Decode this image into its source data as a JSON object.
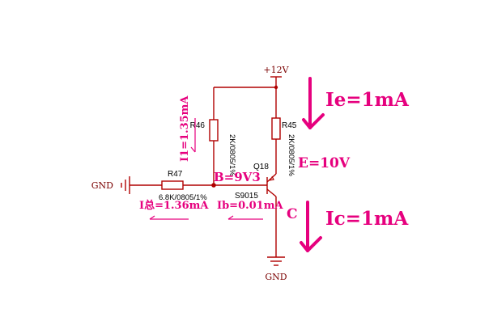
{
  "colors": {
    "wire": "#b00000",
    "component_text": "#000000",
    "dark_label": "#7a0000",
    "annotation": "#e6007e",
    "background": "#ffffff"
  },
  "labels": {
    "supply": "+12V",
    "gnd_left": "GND",
    "gnd_bottom": "GND",
    "r46_name": "R46",
    "r46_value": "2K/0805/1%",
    "r45_name": "R45",
    "r45_value": "2K/0805/1%",
    "r47_name": "R47",
    "r47_value": "6.8K/0805/1%",
    "q_name": "Q18",
    "q_part": "S9015"
  },
  "annotations": {
    "ie": "Ie=1mA",
    "ic": "Ic=1mA",
    "i1": "I1=1.35mA",
    "e_node": "E=10V",
    "b_node": "B=9V3",
    "c_node": "C",
    "i_total": "I总=1.36mA",
    "ib": "Ib=0.01mA"
  }
}
